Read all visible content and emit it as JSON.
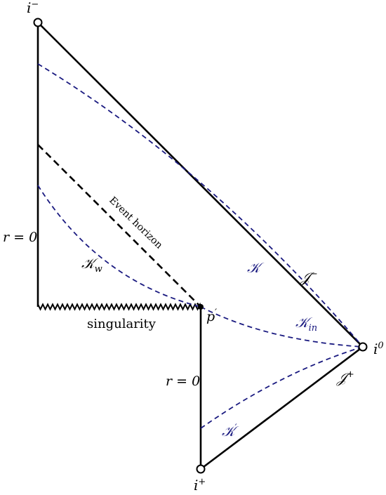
{
  "labels": {
    "i_minus": {
      "base": "i",
      "sup": "−"
    },
    "i_plus": {
      "base": "i",
      "sup": "+"
    },
    "i_zero": {
      "base": "i",
      "sup": "0"
    },
    "r0_left": "r = 0",
    "r0_right": "r = 0",
    "singularity": "singularity",
    "event_horizon": "Event horizon",
    "point_p": {
      "base": "p",
      "sup": "′"
    },
    "scri_minus": {
      "base": "𝒥",
      "sup": "−"
    },
    "scri_plus": {
      "base": "𝒥",
      "sup": "+"
    },
    "K": {
      "base": "𝒦",
      "sub": ""
    },
    "K_w": {
      "base": "𝒦",
      "sub": "w"
    },
    "K_in": {
      "base": "𝒦",
      "sub": "in"
    },
    "K_prime": {
      "base": "𝒦",
      "sup": "′"
    }
  },
  "colors": {
    "boundary": "#000000",
    "curves": "#1a1a80",
    "horizon": "#000000"
  }
}
